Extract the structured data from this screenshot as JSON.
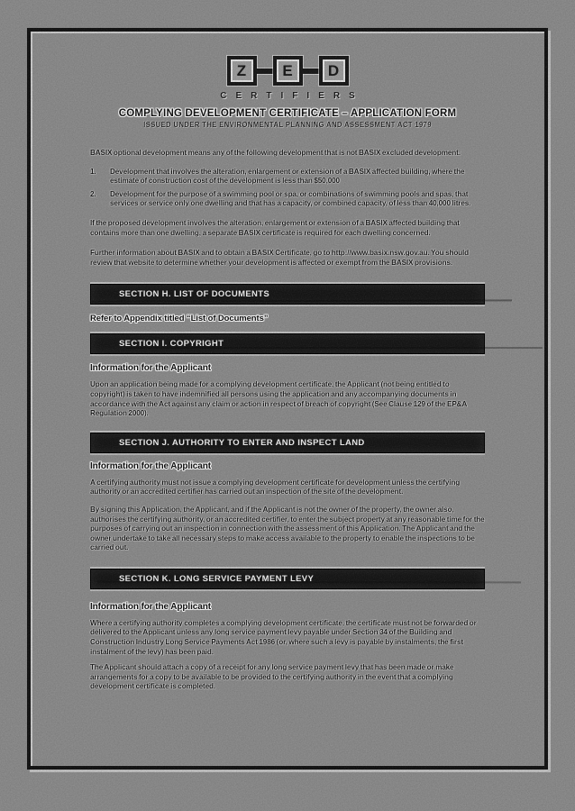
{
  "colors": {
    "paper": "#8b8b8b",
    "ink": "#191919",
    "bar_background": "#161616",
    "bar_text": "#efefef",
    "halo": "#ffffff"
  },
  "document": {
    "logo": {
      "letters": [
        "Z",
        "E",
        "D"
      ],
      "name": "CERTIFIERS"
    },
    "title": "COMPLYING DEVELOPMENT CERTIFICATE – APPLICATION FORM",
    "subtitle": "ISSUED UNDER THE ENVIRONMENTAL PLANNING AND ASSESSMENT ACT 1979",
    "intro": {
      "lead": "BASIX optional development means any of the following development that is not BASIX excluded development:",
      "list": [
        {
          "num": "1.",
          "text": "Development that involves the alteration, enlargement or extension of a BASIX affected building, where the estimate of construction cost of the development is less than $50,000"
        },
        {
          "num": "2.",
          "text": "Development for the purpose of a swimming pool or spa, or combinations of swimming pools and spas, that services or service only one dwelling and that has a capacity, or combined capacity, of less than 40,000 litres."
        }
      ],
      "para_multiple_dwellings": "If the proposed development involves the alteration, enlargement or extension of a BASIX affected building that contains more than one dwelling, a separate BASIX certificate is required for each dwelling concerned.",
      "para_further_information": "Further information about BASIX and to obtain a BASIX Certificate, go to http://www.basix.nsw.gov.au. You should review that website to determine whether your development is affected or exempt from the BASIX provisions."
    },
    "sections": [
      {
        "heading": "SECTION H. LIST OF DOCUMENTS",
        "body": "Refer to Appendix titled “List of Documents”"
      },
      {
        "heading": "SECTION I. COPYRIGHT",
        "info_heading": "Information for the Applicant",
        "paragraphs": [
          "Upon an application being made for a complying development certificate, the Applicant (not being entitled to copyright) is taken to have indemnified all persons using the application and any accompanying documents in accordance with the Act against any claim or action in respect of breach of copyright (See Clause 129 of the EP&A Regulation 2000)."
        ]
      },
      {
        "heading": "SECTION J. AUTHORITY TO ENTER AND INSPECT LAND",
        "info_heading": "Information for the Applicant",
        "paragraphs": [
          "A certifying authority must not issue a complying development certificate for development unless the certifying authority or an accredited certifier has carried out an inspection of the site of the development.",
          "By signing this Application, the Applicant, and if the Applicant is not the owner of the property, the owner also, authorises the certifying authority, or an accredited certifier, to enter the subject property at any reasonable time for the purposes of carrying out an inspection in connection with the assessment of this Application. The Applicant and the owner undertake to take all necessary steps to make access available to the property to enable the inspections to be carried out."
        ]
      },
      {
        "heading": "SECTION K. LONG SERVICE PAYMENT LEVY",
        "info_heading": "Information for the Applicant",
        "paragraphs": [
          "Where a certifying authority completes a complying development certificate, the certificate must not be forwarded or delivered to the Applicant unless any long service payment levy payable under Section 34 of the Building and Construction Industry Long Service Payments Act 1986 (or, where such a levy is payable by instalments, the first instalment of the levy) has been paid.",
          "The Applicant should attach a copy of a receipt for any long service payment levy that has been made or make arrangements for a copy to be available to be provided to the certifying authority in the event that a complying development certificate is completed."
        ]
      }
    ]
  }
}
